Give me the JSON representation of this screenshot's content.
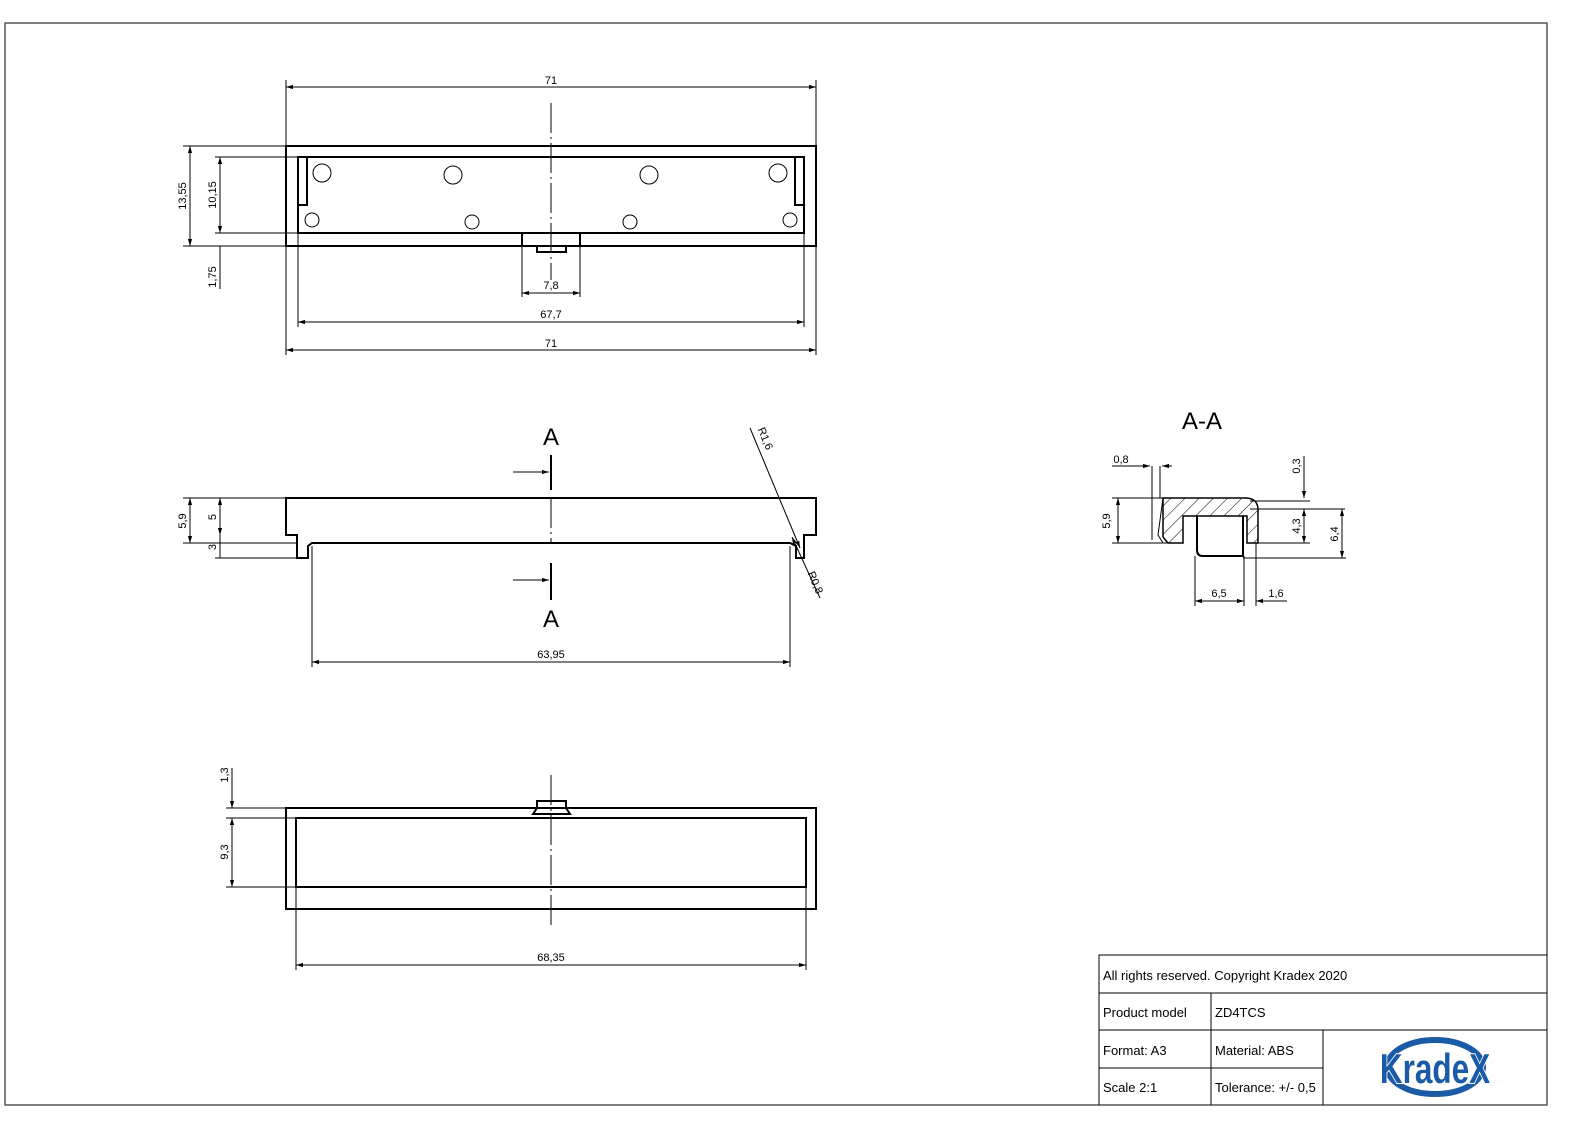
{
  "top_view": {
    "dims": {
      "width_top": "71",
      "height_total": "13,55",
      "height_inner": "10,15",
      "tab_offset": "1,75",
      "tab_width": "7,8",
      "inner_width": "67,7",
      "width_bottom": "71"
    }
  },
  "front_view": {
    "section_label_top": "A",
    "section_label_bottom": "A",
    "dims": {
      "height_total": "5,9",
      "height_body": "5",
      "foot": "3",
      "foot_span": "63,95",
      "radius_large": "R1,6",
      "radius_small": "R0,8"
    }
  },
  "bottom_view": {
    "dims": {
      "tab_height": "1,3",
      "inner_height": "9,3",
      "inner_width": "68,35"
    }
  },
  "section_view": {
    "title": "A-A",
    "dims": {
      "wall": "0,8",
      "top_gap": "0,3",
      "height": "5,9",
      "inner_height": "4,3",
      "total_height": "6,4",
      "tab_width": "6,5",
      "side": "1,6"
    }
  },
  "title_block": {
    "copyright": "All rights reserved. Copyright Kradex 2020",
    "product_model_label": "Product model",
    "product_model_value": "ZD4TCS",
    "format": "Format: A3",
    "material": "Material: ABS",
    "scale": "Scale 2:1",
    "tolerance": "Tolerance: +/- 0,5",
    "logo_text": "KradeX",
    "logo_color": "#1a5aa6"
  }
}
